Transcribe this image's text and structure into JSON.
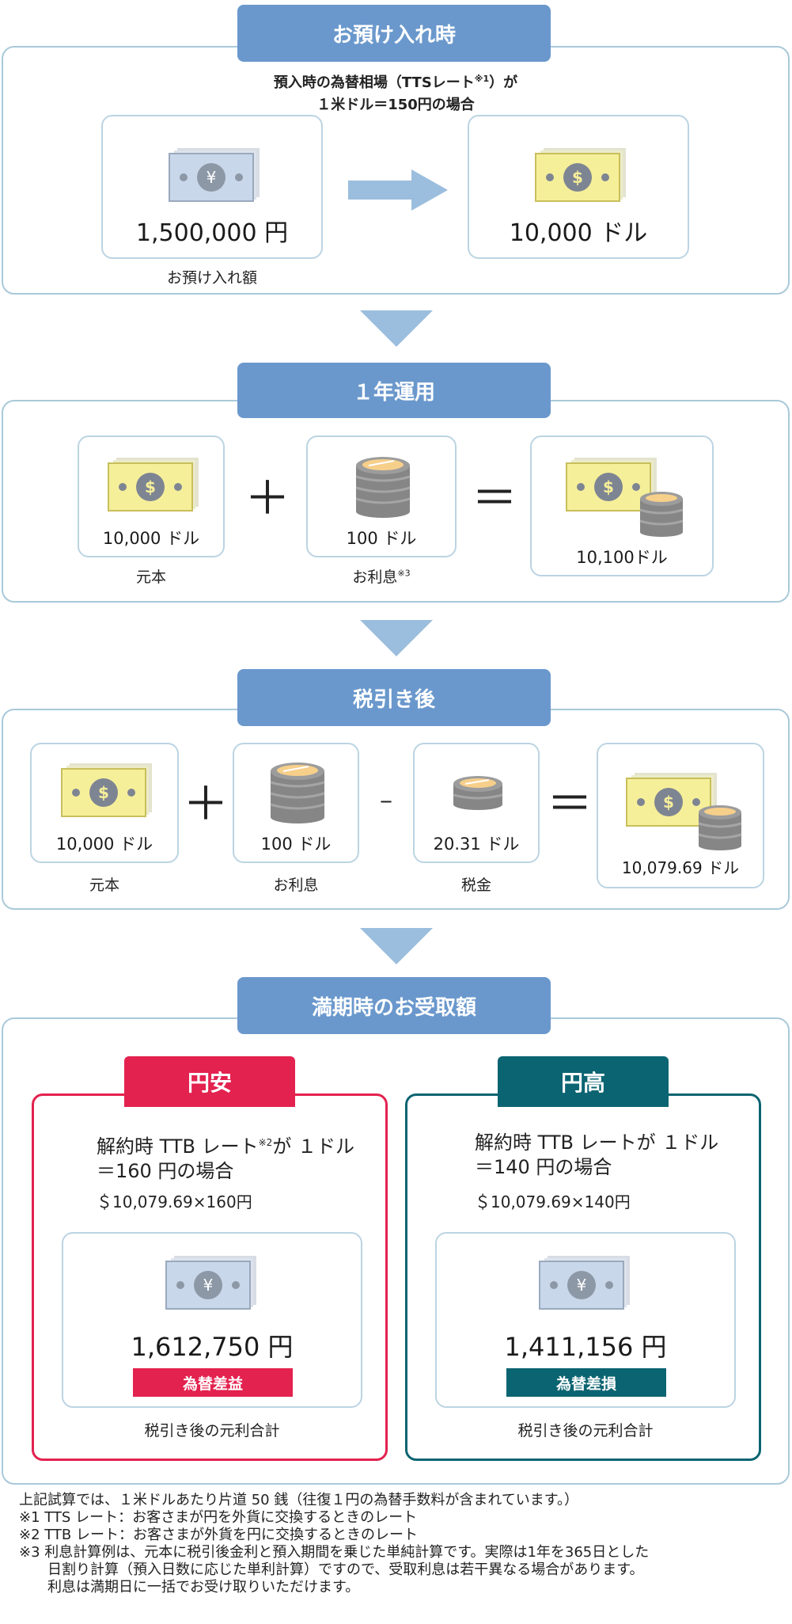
{
  "deposit": {
    "title": "お預け入れ時",
    "rate_line1": "預入時の為替相場（TTSレート",
    "rate_sup": "※1",
    "rate_line1_end": "）が",
    "rate_line2": "１米ドル＝150円の場合",
    "yen_amount": "1,500,000 円",
    "yen_label": "お預け入れ額",
    "usd_amount": "10,000 ドル"
  },
  "year": {
    "title": "１年運用",
    "principal_amount": "10,000 ドル",
    "principal_label": "元本",
    "plus": "＋",
    "interest_amount": "100 ドル",
    "interest_label": "お利息",
    "interest_sup": "※3",
    "equals": "＝",
    "total_amount": "10,100ドル"
  },
  "after_tax": {
    "title": "税引き後",
    "principal_amount": "10,000 ドル",
    "principal_label": "元本",
    "plus": "＋",
    "interest_amount": "100 ドル",
    "interest_label": "お利息",
    "minus": "-",
    "tax_amount": "20.31 ドル",
    "tax_label": "税金",
    "equals": "＝",
    "total_amount": "10,079.69 ドル"
  },
  "maturity": {
    "title": "満期時のお受取額",
    "weak": {
      "tab": "円安",
      "desc_a": "解約時 TTB レート",
      "desc_sup": "※2",
      "desc_b": "が １ドル",
      "desc_line2": "＝160 円の場合",
      "calc": "＄10,079.69×160円",
      "amount": "1,612,750 円",
      "badge": "為替差益",
      "label": "税引き後の元利合計"
    },
    "strong": {
      "tab": "円高",
      "desc_line1": "解約時 TTB レートが １ドル",
      "desc_line2": "＝140 円の場合",
      "calc": "＄10,079.69×140円",
      "amount": "1,411,156 円",
      "badge": "為替差損",
      "label": "税引き後の元利合計"
    }
  },
  "notes": {
    "line1": "上記試算では、１米ドルあたり片道 50 銭（往復１円の為替手数料が含まれています。）",
    "line2": "※1 TTS レート：お客さまが円を外貨に交換するときのレート",
    "line3": "※2 TTB レート：お客さまが外貨を円に交換するときのレート",
    "line4": "※3 利息計算例は、元本に税引後金利と預入期間を乗じた単純計算です。実際は1年を365日とした",
    "line5": "日割り計算（預入日数に応じた単利計算）ですので、受取利息は若干異なる場合があります。",
    "line6": "利息は満期日に一括でお受け取りいただけます。"
  },
  "colors": {
    "pill": "#6a98cc",
    "section_border": "#a9c9d9",
    "card_border": "#bcd4e3",
    "arrow": "#9bbede",
    "yen_weak": "#e3224f",
    "yen_strong": "#0b6471",
    "usd_bill": "#f6ef9a",
    "yen_bill": "#c9d7ea",
    "coin_face": "#f6cf8a"
  },
  "icons": [
    "yen-bill-icon",
    "dollar-bill-icon",
    "coin-stack-icon",
    "right-arrow-icon",
    "down-arrow-icon"
  ]
}
